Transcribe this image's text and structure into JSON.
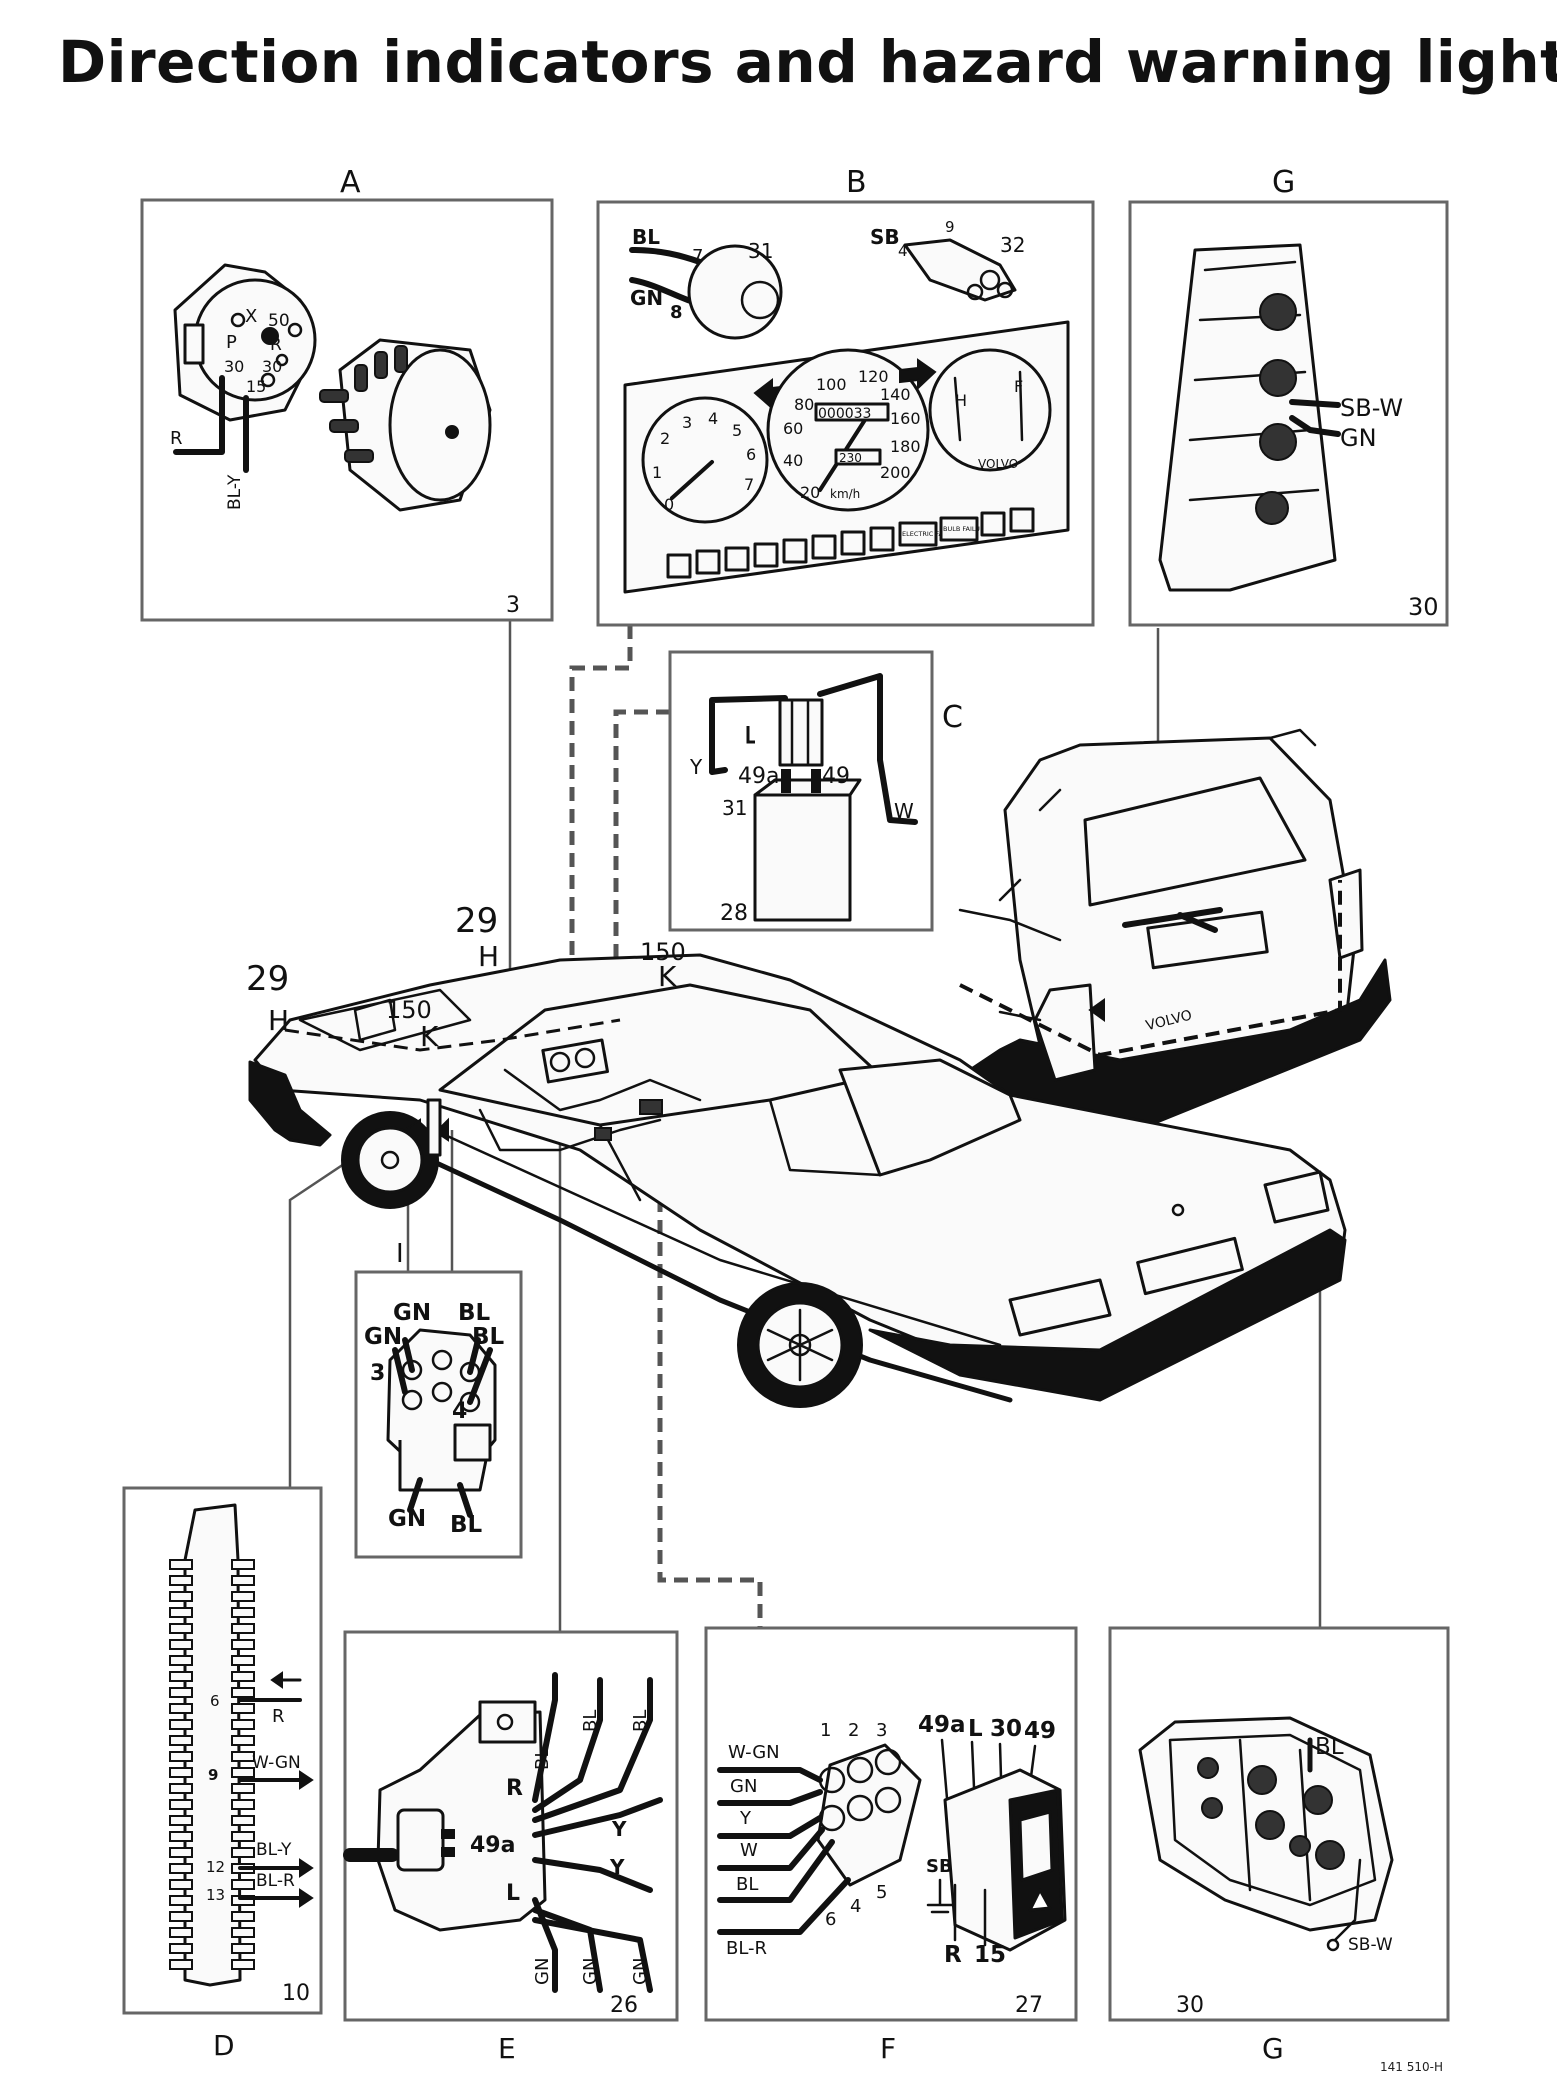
{
  "page": {
    "title": "Direction indicators and hazard warning lights",
    "doc_code": "141 510-H"
  },
  "panels": {
    "A": {
      "letter": "A",
      "number": "3",
      "labels": {
        "x": "X",
        "p": "P",
        "r_pos": "R",
        "n50": "50",
        "n30": "30",
        "n15": "15",
        "n30b": "30",
        "wire_r": "R",
        "wire_bly": "BL-Y"
      }
    },
    "B": {
      "letter": "B",
      "connector31": {
        "num": "31",
        "wire_bl": "BL",
        "pin7": "7",
        "wire_gn": "GN",
        "pin8": "8"
      },
      "connector32": {
        "num": "32",
        "wire_sb": "SB",
        "pin4": "4",
        "pin9": "9"
      },
      "gauges": {
        "tach": [
          "0",
          "1",
          "2",
          "3",
          "4",
          "5",
          "6",
          "7"
        ],
        "speedo": [
          "20",
          "40",
          "60",
          "80",
          "100",
          "120",
          "140",
          "160",
          "180",
          "200"
        ],
        "speedo_unit": "km/h",
        "odometer": "000033",
        "trip": "230",
        "fuel_h": "H",
        "fuel_f": "F",
        "brand": "VOLVO",
        "warn1": "ELECTRIC FAILURE",
        "warn2": "BULB FAILURE"
      }
    },
    "G_top": {
      "letter": "G",
      "number": "30",
      "wire_sbw": "SB-W",
      "wire_gn": "GN"
    },
    "C": {
      "letter": "C",
      "number": "28",
      "pin49a": "49a",
      "pin49": "49",
      "pin31": "31",
      "wire_y": "Y",
      "wire_w": "W"
    },
    "car_labels": {
      "n29_rear": "29",
      "h_rear": "H",
      "n29_front": "29",
      "h_front": "H",
      "n150_rear": "150",
      "k_rear": "K",
      "n150_front": "150",
      "k_front": "K",
      "badge": "VOLVO"
    },
    "I": {
      "letter": "I",
      "gn_top": "GN",
      "bl_top": "BL",
      "gn_left": "GN",
      "bl_right": "BL",
      "pin3": "3",
      "pin4": "4",
      "gn_bottom": "GN",
      "bl_bottom": "BL"
    },
    "D": {
      "letter": "D",
      "number": "10",
      "pin6": "6",
      "wire_r": "R",
      "pin9": "9",
      "wire_wgn": "W-GN",
      "pin12": "12",
      "wire_bly": "BL-Y",
      "pin13": "13",
      "wire_blr": "BL-R"
    },
    "E": {
      "letter": "E",
      "number": "26",
      "term_r": "R",
      "term_49a": "49a",
      "term_l": "L",
      "wires_top": [
        "BL",
        "BL",
        "BL"
      ],
      "wire_y1": "Y",
      "wire_y2": "Y",
      "wires_bottom": [
        "GN",
        "GN",
        "GN"
      ]
    },
    "F": {
      "letter": "F",
      "number": "27",
      "pins_top": [
        "1",
        "2",
        "3"
      ],
      "pins_bottom": [
        "6",
        "4",
        "5"
      ],
      "terms": [
        "49a",
        "L",
        "30",
        "49"
      ],
      "wires_left": [
        "W-GN",
        "GN",
        "Y",
        "W",
        "BL",
        "BL-R"
      ],
      "sb": "SB",
      "r": "R",
      "n15": "15"
    },
    "G_bottom": {
      "letter": "G",
      "number": "30",
      "wire_bl": "BL",
      "wire_sbw": "SB-W"
    }
  }
}
